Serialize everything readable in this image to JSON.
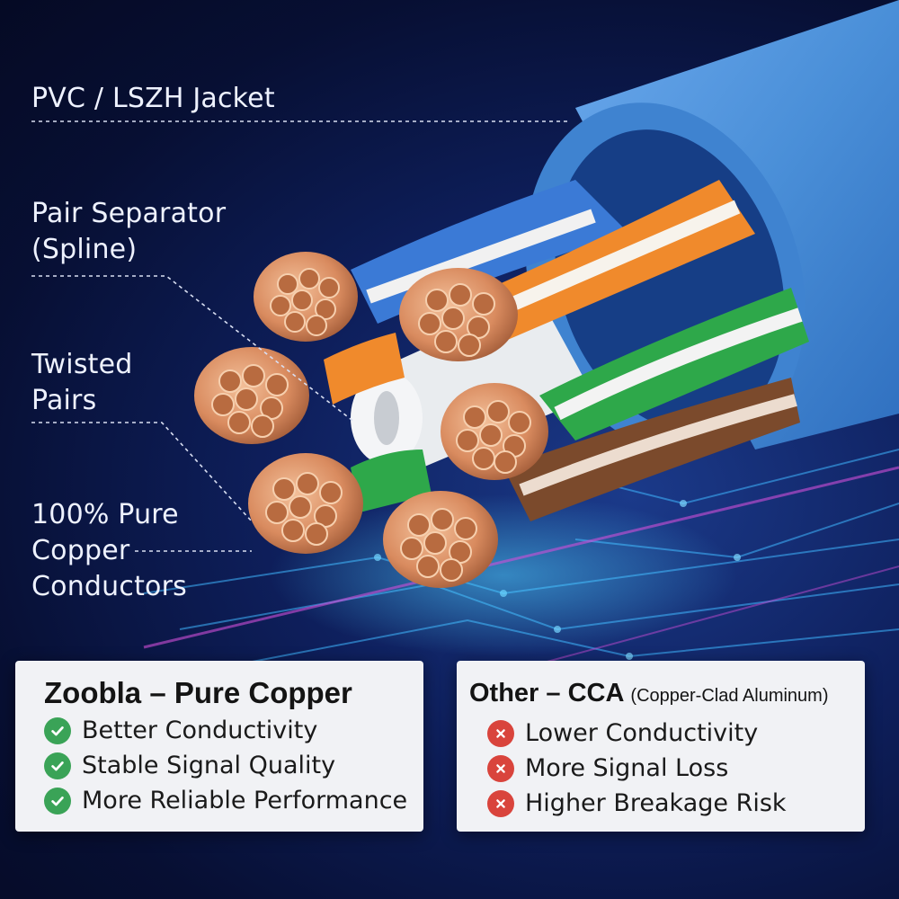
{
  "labels": {
    "jacket": "PVC / LSZH Jacket",
    "separator_line1": "Pair Separator",
    "separator_line2": "(Spline)",
    "pairs_line1": "Twisted",
    "pairs_line2": "Pairs",
    "copper_line1": "100% Pure",
    "copper_line2": "Copper",
    "copper_line3": "Conductors"
  },
  "cards": {
    "left": {
      "title": "Zoobla – Pure Copper",
      "items": [
        "Better Conductivity",
        "Stable Signal Quality",
        "More Reliable Performance"
      ]
    },
    "right": {
      "title": "Other – CCA",
      "title_note": "(Copper-Clad Aluminum)",
      "items": [
        "Lower Conductivity",
        "More Signal Loss",
        "Higher Breakage Risk"
      ]
    }
  },
  "icons": {
    "good": "check-circle-icon",
    "bad": "x-circle-icon"
  },
  "colors": {
    "background": "#0b1a4a",
    "cable_jacket": "#4a8fd8",
    "copper": "#d98b5f",
    "good": "#3aa357",
    "bad": "#d9443c",
    "card": "#f1f2f5"
  }
}
